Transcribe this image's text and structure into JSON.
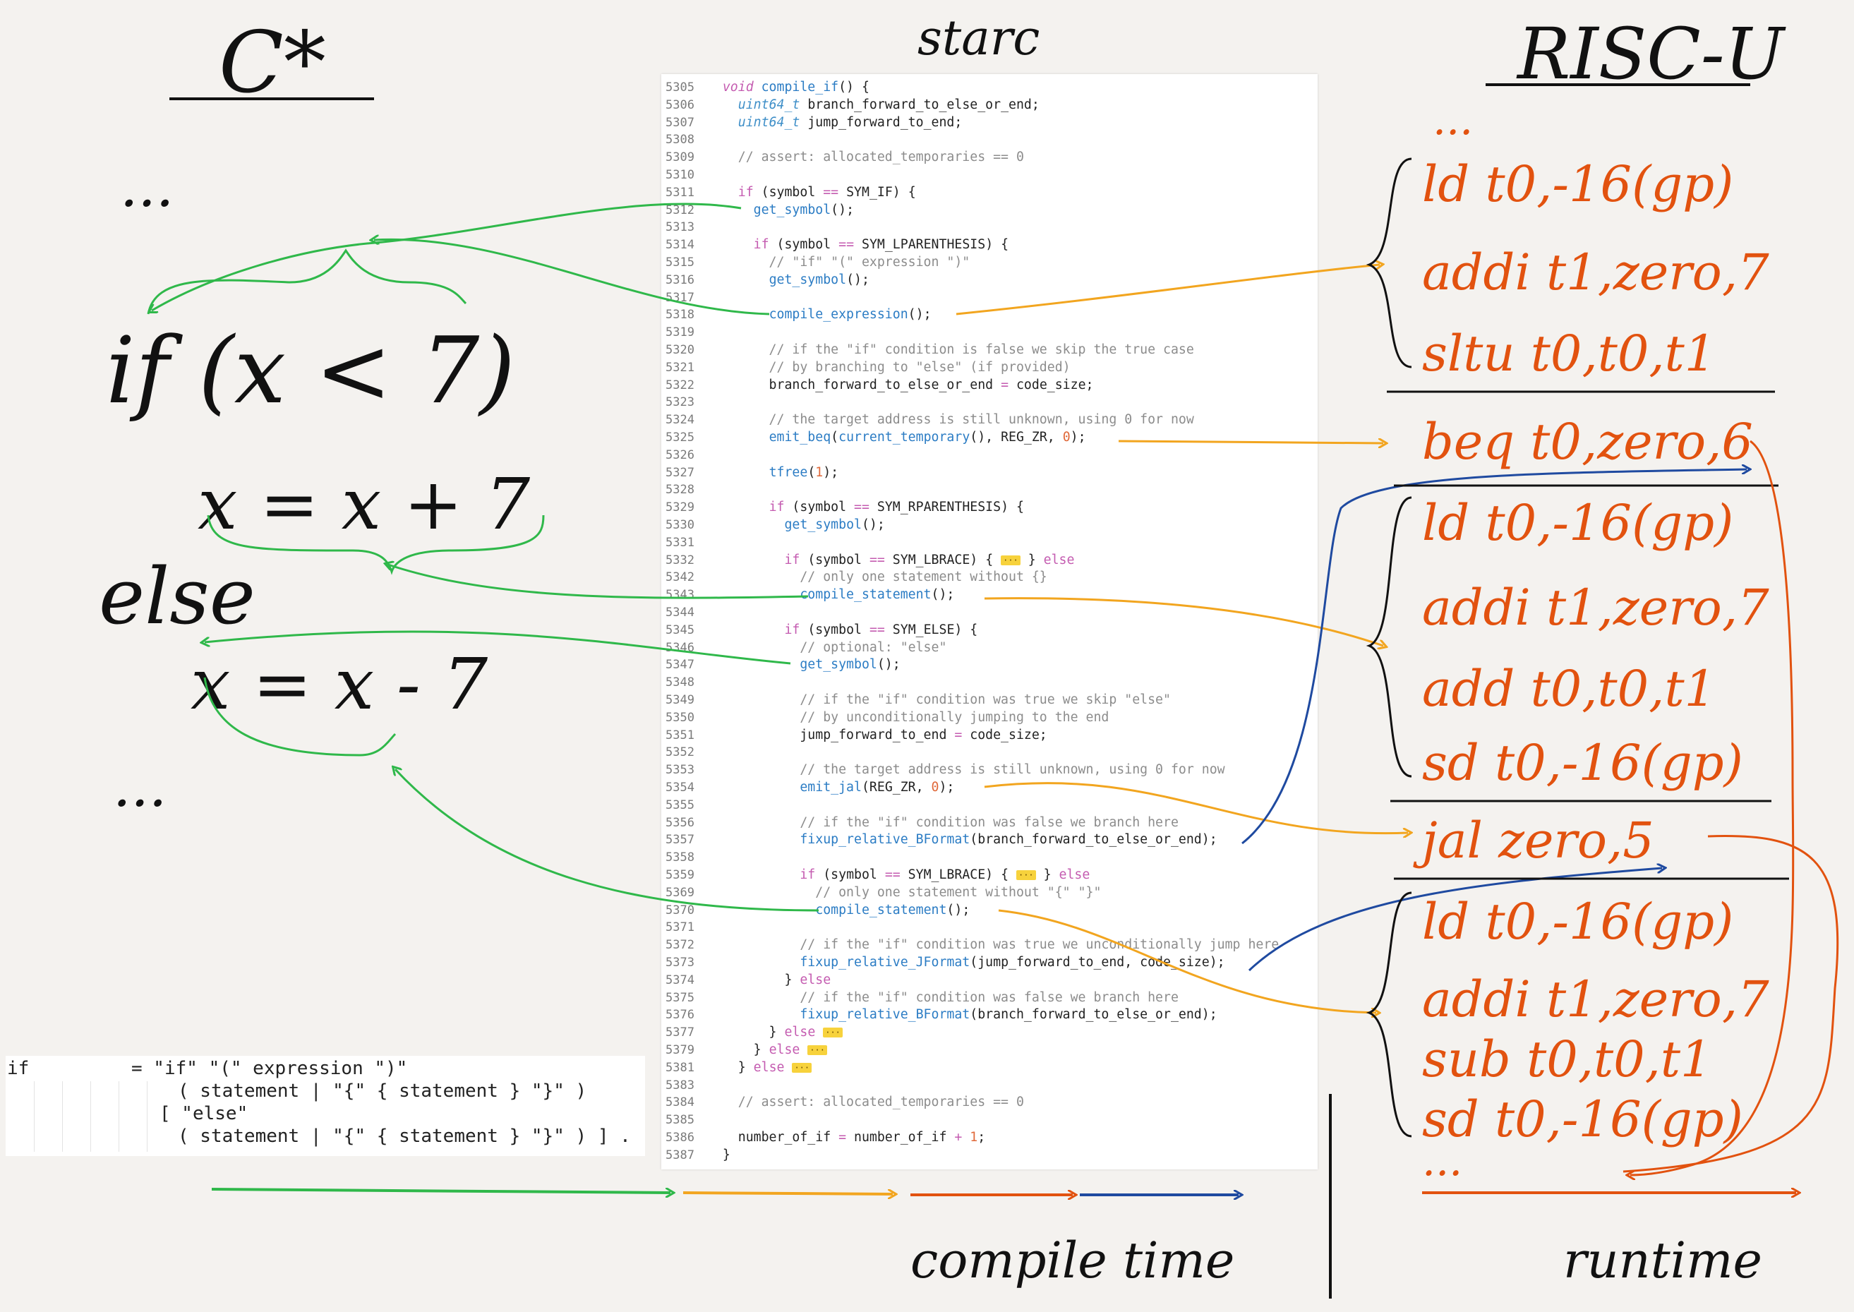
{
  "headings": {
    "left": "C*",
    "middle": "starc",
    "right": "RISC-U"
  },
  "c_source": {
    "dots_top": "...",
    "if_line": "if (x < 7)",
    "then_line": "x = x + 7",
    "else_line": "else",
    "else_body": "x = x - 7",
    "dots_bottom": "..."
  },
  "code": [
    {
      "n": "5305",
      "parts": [
        [
          "kw-it",
          "void "
        ],
        [
          "fn",
          "compile_if"
        ],
        [
          "",
          "() {"
        ]
      ]
    },
    {
      "n": "5306",
      "parts": [
        [
          "",
          "  "
        ],
        [
          "type",
          "uint64_t"
        ],
        [
          "",
          " branch_forward_to_else_or_end;"
        ]
      ]
    },
    {
      "n": "5307",
      "parts": [
        [
          "",
          "  "
        ],
        [
          "type",
          "uint64_t"
        ],
        [
          "",
          " jump_forward_to_end;"
        ]
      ]
    },
    {
      "n": "5308",
      "parts": []
    },
    {
      "n": "5309",
      "parts": [
        [
          "cm",
          "  // assert: allocated_temporaries == 0"
        ]
      ]
    },
    {
      "n": "5310",
      "parts": []
    },
    {
      "n": "5311",
      "parts": [
        [
          "",
          "  "
        ],
        [
          "kw",
          "if"
        ],
        [
          "",
          " (symbol "
        ],
        [
          "op",
          "=="
        ],
        [
          "",
          " SYM_IF) {"
        ]
      ]
    },
    {
      "n": "5312",
      "parts": [
        [
          "",
          "    "
        ],
        [
          "fn",
          "get_symbol"
        ],
        [
          "",
          "();"
        ]
      ]
    },
    {
      "n": "5313",
      "parts": []
    },
    {
      "n": "5314",
      "parts": [
        [
          "",
          "    "
        ],
        [
          "kw",
          "if"
        ],
        [
          "",
          " (symbol "
        ],
        [
          "op",
          "=="
        ],
        [
          "",
          " SYM_LPARENTHESIS) {"
        ]
      ]
    },
    {
      "n": "5315",
      "parts": [
        [
          "cm",
          "      // \"if\" \"(\" expression \")\""
        ]
      ]
    },
    {
      "n": "5316",
      "parts": [
        [
          "",
          "      "
        ],
        [
          "fn",
          "get_symbol"
        ],
        [
          "",
          "();"
        ]
      ]
    },
    {
      "n": "5317",
      "parts": []
    },
    {
      "n": "5318",
      "parts": [
        [
          "",
          "      "
        ],
        [
          "fn",
          "compile_expression"
        ],
        [
          "",
          "();"
        ]
      ]
    },
    {
      "n": "5319",
      "parts": []
    },
    {
      "n": "5320",
      "parts": [
        [
          "cm",
          "      // if the \"if\" condition is false we skip the true case"
        ]
      ]
    },
    {
      "n": "5321",
      "parts": [
        [
          "cm",
          "      // by branching to \"else\" (if provided)"
        ]
      ]
    },
    {
      "n": "5322",
      "parts": [
        [
          "",
          "      branch_forward_to_else_or_end "
        ],
        [
          "op",
          "="
        ],
        [
          "",
          " code_size;"
        ]
      ]
    },
    {
      "n": "5323",
      "parts": []
    },
    {
      "n": "5324",
      "parts": [
        [
          "cm",
          "      // the target address is still unknown, using 0 for now"
        ]
      ]
    },
    {
      "n": "5325",
      "parts": [
        [
          "",
          "      "
        ],
        [
          "fn",
          "emit_beq"
        ],
        [
          "",
          "("
        ],
        [
          "fn",
          "current_temporary"
        ],
        [
          "",
          "(), REG_ZR, "
        ],
        [
          "num",
          "0"
        ],
        [
          "",
          "); "
        ]
      ]
    },
    {
      "n": "5326",
      "parts": []
    },
    {
      "n": "5327",
      "parts": [
        [
          "",
          "      "
        ],
        [
          "fn",
          "tfree"
        ],
        [
          "",
          "("
        ],
        [
          "num",
          "1"
        ],
        [
          "",
          ");"
        ]
      ]
    },
    {
      "n": "5328",
      "parts": []
    },
    {
      "n": "5329",
      "parts": [
        [
          "",
          "      "
        ],
        [
          "kw",
          "if"
        ],
        [
          "",
          " (symbol "
        ],
        [
          "op",
          "=="
        ],
        [
          "",
          " SYM_RPARENTHESIS) {"
        ]
      ]
    },
    {
      "n": "5330",
      "parts": [
        [
          "",
          "        "
        ],
        [
          "fn",
          "get_symbol"
        ],
        [
          "",
          "();"
        ]
      ]
    },
    {
      "n": "5331",
      "parts": []
    },
    {
      "n": "5332",
      "parts": [
        [
          "",
          "        "
        ],
        [
          "kw",
          "if"
        ],
        [
          "",
          " (symbol "
        ],
        [
          "op",
          "=="
        ],
        [
          "",
          " SYM_LBRACE) { "
        ],
        [
          "fold",
          "···"
        ],
        [
          "",
          " } "
        ],
        [
          "kw",
          "else"
        ]
      ]
    },
    {
      "n": "5342",
      "parts": [
        [
          "cm",
          "          // only one statement without {}"
        ]
      ]
    },
    {
      "n": "5343",
      "parts": [
        [
          "",
          "          "
        ],
        [
          "fn",
          "compile_statement"
        ],
        [
          "",
          "();"
        ]
      ]
    },
    {
      "n": "5344",
      "parts": []
    },
    {
      "n": "5345",
      "parts": [
        [
          "",
          "        "
        ],
        [
          "kw",
          "if"
        ],
        [
          "",
          " (symbol "
        ],
        [
          "op",
          "=="
        ],
        [
          "",
          " SYM_ELSE) {"
        ]
      ]
    },
    {
      "n": "5346",
      "parts": [
        [
          "cm",
          "          // optional: \"else\""
        ]
      ]
    },
    {
      "n": "5347",
      "parts": [
        [
          "",
          "          "
        ],
        [
          "fn",
          "get_symbol"
        ],
        [
          "",
          "();"
        ]
      ]
    },
    {
      "n": "5348",
      "parts": []
    },
    {
      "n": "5349",
      "parts": [
        [
          "cm",
          "          // if the \"if\" condition was true we skip \"else\""
        ]
      ]
    },
    {
      "n": "5350",
      "parts": [
        [
          "cm",
          "          // by unconditionally jumping to the end"
        ]
      ]
    },
    {
      "n": "5351",
      "parts": [
        [
          "",
          "          jump_forward_to_end "
        ],
        [
          "op",
          "="
        ],
        [
          "",
          " code_size;"
        ]
      ]
    },
    {
      "n": "5352",
      "parts": []
    },
    {
      "n": "5353",
      "parts": [
        [
          "cm",
          "          // the target address is still unknown, using 0 for now"
        ]
      ]
    },
    {
      "n": "5354",
      "parts": [
        [
          "",
          "          "
        ],
        [
          "fn",
          "emit_jal"
        ],
        [
          "",
          "(REG_ZR, "
        ],
        [
          "num",
          "0"
        ],
        [
          "",
          ");"
        ]
      ]
    },
    {
      "n": "5355",
      "parts": []
    },
    {
      "n": "5356",
      "parts": [
        [
          "cm",
          "          // if the \"if\" condition was false we branch here"
        ]
      ]
    },
    {
      "n": "5357",
      "parts": [
        [
          "",
          "          "
        ],
        [
          "fn",
          "fixup_relative_BFormat"
        ],
        [
          "",
          "(branch_forward_to_else_or_end);"
        ]
      ]
    },
    {
      "n": "5358",
      "parts": []
    },
    {
      "n": "5359",
      "parts": [
        [
          "",
          "          "
        ],
        [
          "kw",
          "if"
        ],
        [
          "",
          " (symbol "
        ],
        [
          "op",
          "=="
        ],
        [
          "",
          " SYM_LBRACE) { "
        ],
        [
          "fold",
          "···"
        ],
        [
          "",
          " } "
        ],
        [
          "kw",
          "else"
        ]
      ]
    },
    {
      "n": "5369",
      "parts": [
        [
          "cm",
          "            // only one statement without \"{\" \"}\""
        ]
      ]
    },
    {
      "n": "5370",
      "parts": [
        [
          "",
          "            "
        ],
        [
          "fn",
          "compile_statement"
        ],
        [
          "",
          "();"
        ]
      ]
    },
    {
      "n": "5371",
      "parts": []
    },
    {
      "n": "5372",
      "parts": [
        [
          "cm",
          "          // if the \"if\" condition was true we unconditionally jump here"
        ]
      ]
    },
    {
      "n": "5373",
      "parts": [
        [
          "",
          "          "
        ],
        [
          "fn",
          "fixup_relative_JFormat"
        ],
        [
          "",
          "(jump_forward_to_end, code_size);"
        ]
      ]
    },
    {
      "n": "5374",
      "parts": [
        [
          "",
          "        } "
        ],
        [
          "kw",
          "else"
        ]
      ]
    },
    {
      "n": "5375",
      "parts": [
        [
          "cm",
          "          // if the \"if\" condition was false we branch here"
        ]
      ]
    },
    {
      "n": "5376",
      "parts": [
        [
          "",
          "          "
        ],
        [
          "fn",
          "fixup_relative_BFormat"
        ],
        [
          "",
          "(branch_forward_to_else_or_end);"
        ]
      ]
    },
    {
      "n": "5377",
      "parts": [
        [
          "",
          "      } "
        ],
        [
          "kw",
          "else"
        ],
        [
          "",
          " "
        ],
        [
          "fold",
          "···"
        ]
      ]
    },
    {
      "n": "5379",
      "parts": [
        [
          "",
          "    } "
        ],
        [
          "kw",
          "else"
        ],
        [
          "",
          " "
        ],
        [
          "fold",
          "···"
        ]
      ]
    },
    {
      "n": "5381",
      "parts": [
        [
          "",
          "  } "
        ],
        [
          "kw",
          "else"
        ],
        [
          "",
          " "
        ],
        [
          "fold",
          "···"
        ]
      ]
    },
    {
      "n": "5383",
      "parts": []
    },
    {
      "n": "5384",
      "parts": [
        [
          "cm",
          "  // assert: allocated_temporaries == 0"
        ]
      ]
    },
    {
      "n": "5385",
      "parts": []
    },
    {
      "n": "5386",
      "parts": [
        [
          "",
          "  number_of_if "
        ],
        [
          "op",
          "="
        ],
        [
          "",
          " number_of_if "
        ],
        [
          "op",
          "+"
        ],
        [
          "",
          " "
        ],
        [
          "num",
          "1"
        ],
        [
          "",
          ";"
        ]
      ]
    },
    {
      "n": "5387",
      "parts": [
        [
          "",
          "}"
        ]
      ]
    }
  ],
  "grammar": {
    "line1_keyword": "if",
    "line1_rule": "= \"if\" \"(\" expression \")\"",
    "line2": "( statement | \"{\" { statement } \"}\" )",
    "line3": "[ \"else\"",
    "line4": "( statement | \"{\" { statement } \"}\" ) ] ."
  },
  "riscu": {
    "dots_top": "...",
    "block1": [
      "ld t0,-16(gp)",
      "addi t1,zero,7",
      "sltu t0,t0,t1"
    ],
    "beq": "beq t0,zero,6",
    "block2": [
      "ld t0,-16(gp)",
      "addi t1,zero,7",
      "add t0,t0,t1",
      "sd t0,-16(gp)"
    ],
    "jal": "jal zero,5",
    "block3": [
      "ld t0,-16(gp)",
      "addi t1,zero,7",
      "sub t0,t0,t1",
      "sd t0,-16(gp)"
    ],
    "dots_bottom": "..."
  },
  "bottom": {
    "compile_time": "compile time",
    "runtime": "runtime"
  },
  "colors": {
    "green": "#2fb84a",
    "yellow": "#f2a51f",
    "orange": "#e2520f",
    "blue": "#1f4aa0",
    "ink": "#111111"
  }
}
